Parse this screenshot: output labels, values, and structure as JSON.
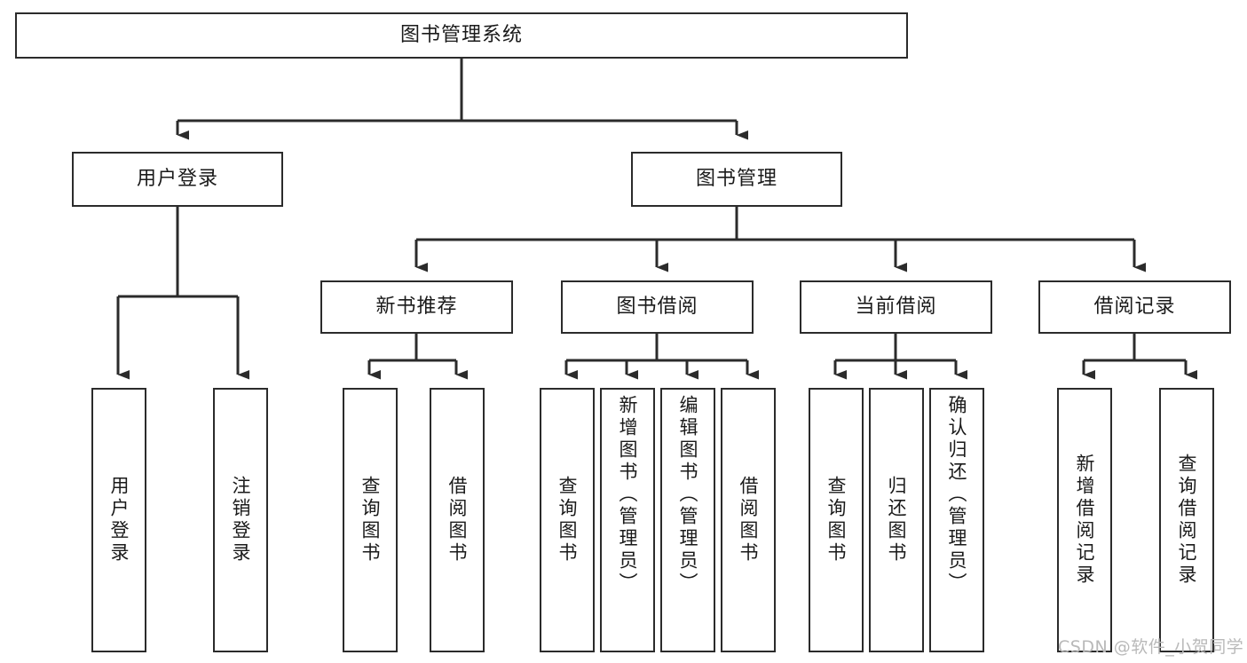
{
  "diagram": {
    "title": "图书管理系统",
    "watermark": "CSDN @软件_小贺同学",
    "colors": {
      "background": "#ffffff",
      "box_fill": "#ffffff",
      "box_stroke": "#2b2b2b",
      "connector": "#2b2b2b",
      "text": "#1a1a1a",
      "watermark": "#b9b9b9"
    },
    "levels": {
      "root": "图书管理系统",
      "level2": [
        "用户登录",
        "图书管理"
      ],
      "level3": [
        "新书推荐",
        "图书借阅",
        "当前借阅",
        "借阅记录"
      ],
      "level4": [
        "用户登录",
        "注销登录",
        "查询图书",
        "借阅图书",
        "查询图书",
        "新增图书（管理员）",
        "编辑图书（管理员）",
        "借阅图书",
        "查询图书",
        "归还图书",
        "确认归还（管理员）",
        "新增借阅记录",
        "查询借阅记录"
      ]
    },
    "nodes": {
      "root": {
        "label": "图书管理系统"
      },
      "user_login": {
        "label": "用户登录"
      },
      "book_manage": {
        "label": "图书管理"
      },
      "new_book_rec": {
        "label": "新书推荐"
      },
      "book_borrow": {
        "label": "图书借阅"
      },
      "current_borrow": {
        "label": "当前借阅"
      },
      "borrow_record": {
        "label": "借阅记录"
      },
      "leaf_user_login": {
        "label": "用户登录"
      },
      "leaf_logout": {
        "label": "注销登录"
      },
      "leaf_query_book_1": {
        "label": "查询图书"
      },
      "leaf_borrow_book_1": {
        "label": "借阅图书"
      },
      "leaf_query_book_2": {
        "label": "查询图书"
      },
      "leaf_add_book_admin": {
        "label": "新增图书（管理员）"
      },
      "leaf_edit_book_admin": {
        "label": "编辑图书（管理员）"
      },
      "leaf_borrow_book_2": {
        "label": "借阅图书"
      },
      "leaf_query_book_3": {
        "label": "查询图书"
      },
      "leaf_return_book": {
        "label": "归还图书"
      },
      "leaf_confirm_return_admin": {
        "label": "确认归还（管理员）"
      },
      "leaf_add_borrow_record": {
        "label": "新增借阅记录"
      },
      "leaf_query_borrow_record": {
        "label": "查询借阅记录"
      }
    }
  }
}
